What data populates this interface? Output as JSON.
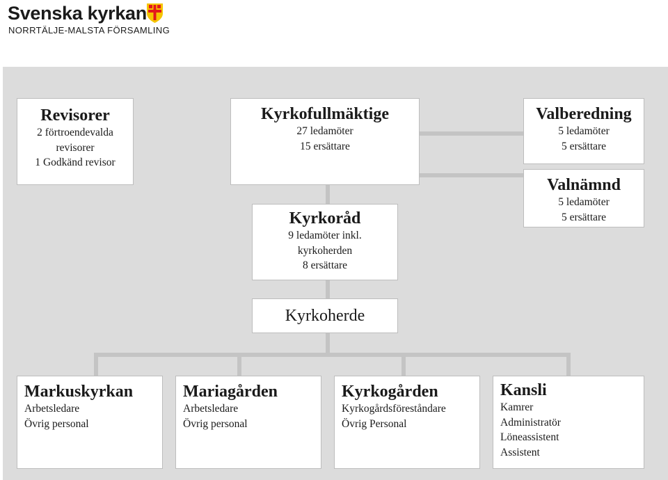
{
  "logo": {
    "name": "Svenska kyrkan",
    "subtitle": "NORRTÄLJE-MALSTA FÖRSAMLING",
    "colors": {
      "cross_yellow": "#f5c400",
      "cross_red": "#e3171c"
    }
  },
  "diagram": {
    "revisorer": {
      "title": "Revisorer",
      "lines": [
        "2 förtroendevalda",
        "revisorer",
        "1 Godkänd revisor"
      ]
    },
    "kyrkofullmaktige": {
      "title": "Kyrkofullmäktige",
      "lines": [
        "27 ledamöter",
        "15 ersättare"
      ]
    },
    "valberedning": {
      "title": "Valberedning",
      "lines": [
        "5 ledamöter",
        "5 ersättare"
      ]
    },
    "valnamnd": {
      "title": "Valnämnd",
      "lines": [
        "5 ledamöter",
        "5 ersättare"
      ]
    },
    "kyrkorad": {
      "title": "Kyrkoråd",
      "lines": [
        "9 ledamöter inkl.",
        "kyrkoherden",
        "8 ersättare"
      ]
    },
    "kyrkoherde": {
      "title": "Kyrkoherde"
    },
    "units": [
      {
        "title": "Markuskyrkan",
        "lines": [
          "Arbetsledare",
          "Övrig personal"
        ]
      },
      {
        "title": "Mariagården",
        "lines": [
          "Arbetsledare",
          "Övrig personal"
        ]
      },
      {
        "title": "Kyrkogården",
        "lines": [
          "Kyrkogårdsföreståndare",
          "Övrig Personal"
        ]
      },
      {
        "title": "Kansli",
        "lines": [
          "Kamrer",
          "Administratör",
          "Löneassistent",
          "Assistent"
        ]
      }
    ]
  }
}
